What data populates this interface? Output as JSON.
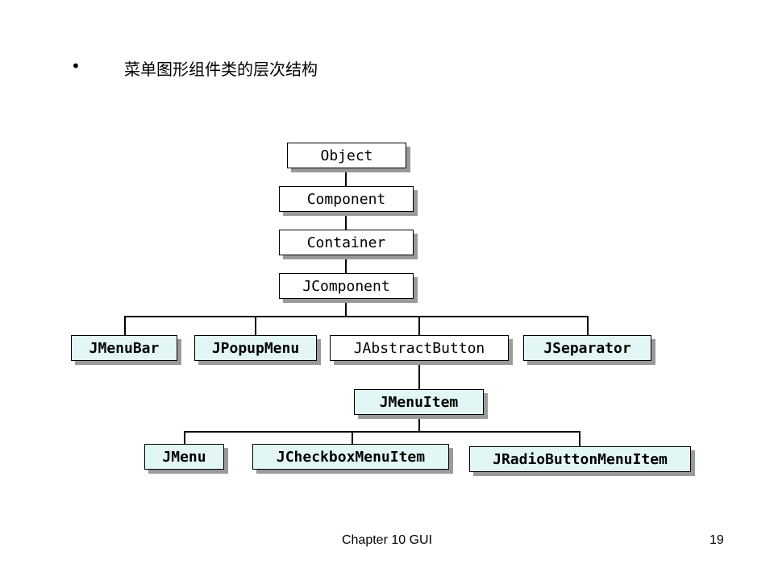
{
  "slide": {
    "bullet": "•",
    "heading": "菜单图形组件类的层次结构",
    "footer": "Chapter 10 GUI",
    "page_number": "19"
  },
  "diagram": {
    "nodes": {
      "object": "Object",
      "component": "Component",
      "container": "Container",
      "jcomponent": "JComponent",
      "jmenubar": "JMenuBar",
      "jpopupmenu": "JPopupMenu",
      "jabstractbutton": "JAbstractButton",
      "jseparator": "JSeparator",
      "jmenuitem": "JMenuItem",
      "jmenu": "JMenu",
      "jcheckboxmenuitem": "JCheckboxMenuItem",
      "jradiobuttonmenuitem": "JRadioButtonMenuItem"
    },
    "colors": {
      "swing_fill": "#e2f6f6",
      "awt_fill": "#ffffff",
      "shadow": "#9a9a9a",
      "border": "#000000"
    }
  }
}
